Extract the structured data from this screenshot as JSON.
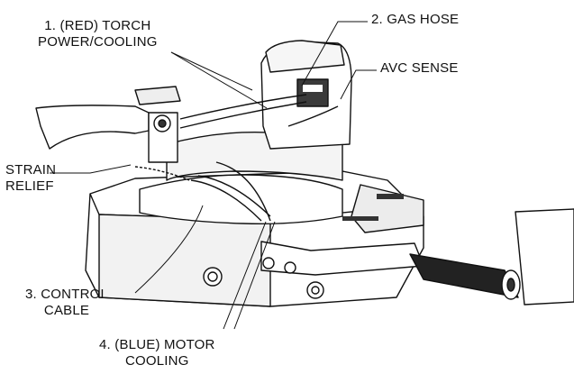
{
  "callouts": {
    "torch_line1": "1. (RED) TORCH",
    "torch_line2": "POWER/COOLING",
    "gas_hose": "2. GAS HOSE",
    "avc_sense": "AVC SENSE",
    "strain_line1": "STRAIN",
    "strain_line2": "RELIEF",
    "control_line1": "3. CONTROL",
    "control_line2": "CABLE",
    "motor_line1": "4. (BLUE) MOTOR",
    "motor_line2": "COOLING"
  },
  "colors": {
    "line": "#111111",
    "fill": "#ffffff",
    "shade": "#e6e6e6",
    "dark": "#2a2a2a"
  }
}
